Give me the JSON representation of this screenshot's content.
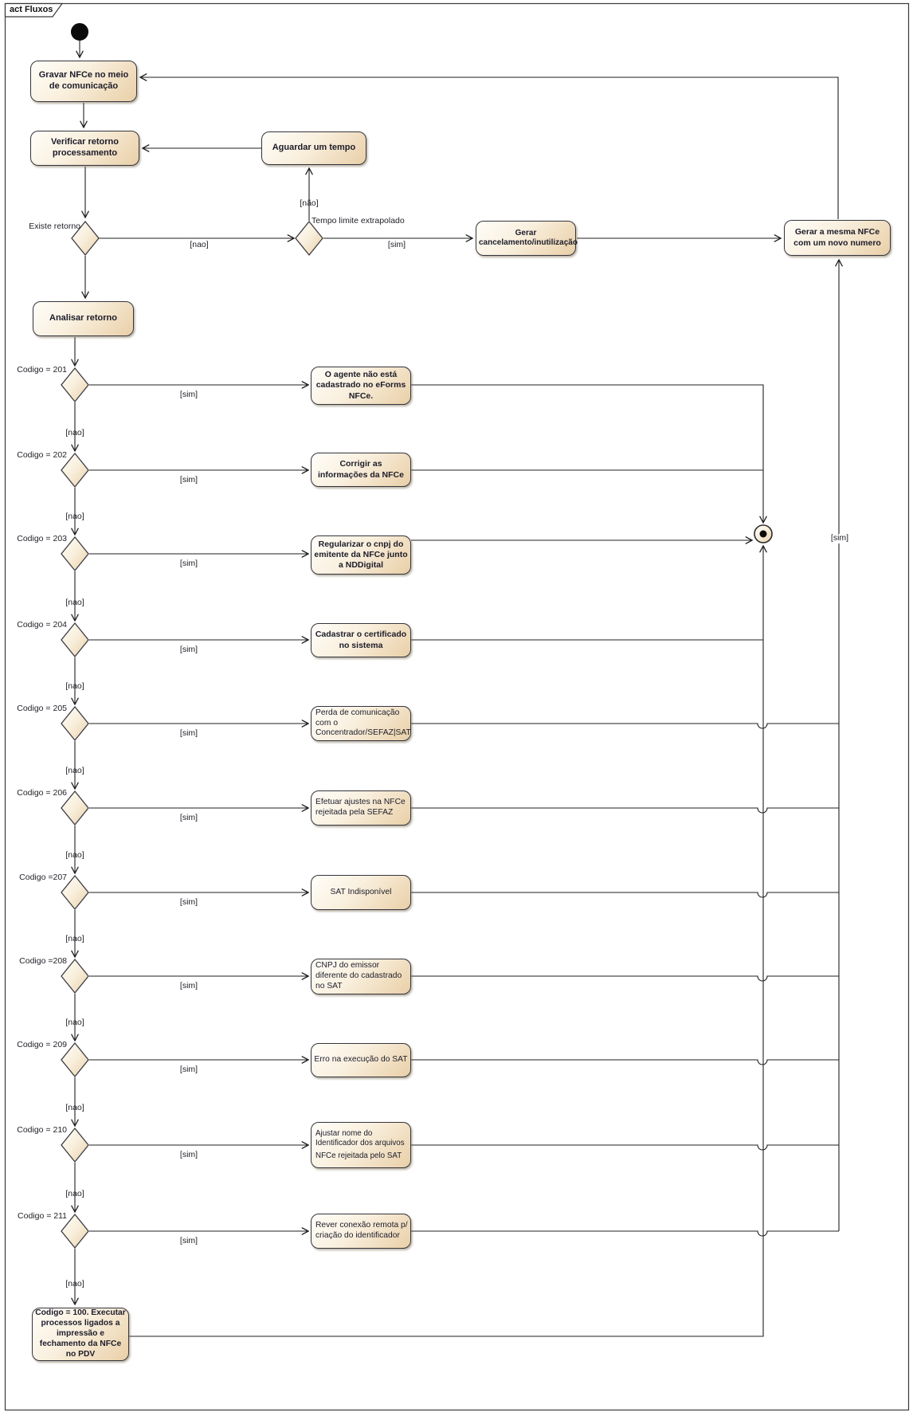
{
  "frame": {
    "title": "act Fluxos"
  },
  "labels": {
    "sim": "[sim]",
    "nao": "[nao]",
    "nao_accent": "[não]",
    "existe_retorno": "Existe retorno",
    "tempo_limite": "Tempo limite extrapolado"
  },
  "nodes": {
    "gravar": "Gravar NFCe no meio de comunicação",
    "verificar": "Verificar retorno processamento",
    "aguardar": "Aguardar um tempo",
    "gerar_cancelamento": "Gerar cancelamento/inutilização",
    "gerar_mesma": "Gerar a mesma NFCe com um novo numero",
    "analisar": "Analisar retorno",
    "codigo_100": "Codigo = 100. Executar processos ligados a impressão e fechamento da NFCe no PDV"
  },
  "rows": [
    {
      "code": "Codigo = 201",
      "action": "O agente não está cadastrado no eForms NFCe.",
      "bold": true,
      "align": "center"
    },
    {
      "code": "Codigo = 202",
      "action": "Corrigir as informações da NFCe",
      "bold": true,
      "align": "center"
    },
    {
      "code": "Codigo = 203",
      "action": "Regularizar o cnpj do emitente da NFCe junto a NDDigital",
      "bold": true,
      "align": "center"
    },
    {
      "code": "Codigo = 204",
      "action": "Cadastrar o certificado no sistema",
      "bold": true,
      "align": "center"
    },
    {
      "code": "Codigo = 205",
      "action": "Perda de comunicação com o Concentrador/SEFAZ|SAT",
      "bold": false,
      "align": "left"
    },
    {
      "code": "Codigo = 206",
      "action": "Efetuar ajustes na NFCe rejeitada pela SEFAZ",
      "bold": false,
      "align": "left"
    },
    {
      "code": "Codigo =207",
      "action": "SAT Indisponível",
      "bold": false,
      "align": "center"
    },
    {
      "code": "Codigo =208",
      "action": "CNPJ do emissor diferente do cadastrado no SAT",
      "bold": false,
      "align": "left"
    },
    {
      "code": "Codigo = 209",
      "action": "Erro na execução do SAT",
      "bold": false,
      "align": "center"
    },
    {
      "code": "Codigo = 210",
      "action": "Ajustar nome do Identificador dos arquivos",
      "action2": "NFCe rejeitada pelo SAT",
      "bold": false,
      "align": "left"
    },
    {
      "code": "Codigo = 211",
      "action": "Rever conexão remota p/ criação do identificador",
      "bold": false,
      "align": "left"
    }
  ],
  "colors": {
    "shape_fill_light": "#fffef9",
    "shape_fill_dark": "#e9cfa7",
    "shape_border": "#35353f",
    "line": "#1f1f1f",
    "text": "#1c1c2a"
  }
}
